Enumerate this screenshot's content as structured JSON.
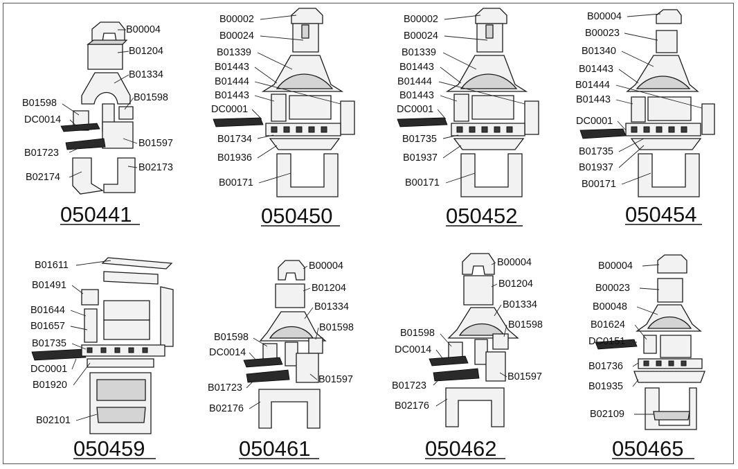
{
  "assemblies": [
    {
      "code": "050441",
      "labels": [
        "B00004",
        "B01204",
        "B01334",
        "B01598",
        "B01598",
        "DC0014",
        "B01597",
        "B01723",
        "B02174",
        "B02173"
      ]
    },
    {
      "code": "050450",
      "labels": [
        "B00002",
        "B00024",
        "B01339",
        "B01443",
        "B01444",
        "B01443",
        "DC0001",
        "B01734",
        "B01936",
        "B00171"
      ]
    },
    {
      "code": "050452",
      "labels": [
        "B00002",
        "B00024",
        "B01339",
        "B01443",
        "B01444",
        "B01443",
        "DC0001",
        "B01735",
        "B01937",
        "B00171"
      ]
    },
    {
      "code": "050454",
      "labels": [
        "B00004",
        "B00023",
        "B01340",
        "B01443",
        "B01444",
        "B01443",
        "DC0001",
        "B01735",
        "B01937",
        "B00171"
      ]
    },
    {
      "code": "050459",
      "labels": [
        "B01611",
        "B01491",
        "B01644",
        "B01657",
        "B01735",
        "DC0001",
        "B01920",
        "B02101"
      ]
    },
    {
      "code": "050461",
      "labels": [
        "B00004",
        "B01204",
        "B01334",
        "B01598",
        "B01598",
        "DC0014",
        "B01597",
        "B01723",
        "B02176"
      ]
    },
    {
      "code": "050462",
      "labels": [
        "B00004",
        "B01204",
        "B01334",
        "B01598",
        "B01598",
        "DC0014",
        "B01597",
        "B01723",
        "B02176"
      ]
    },
    {
      "code": "050465",
      "labels": [
        "B00004",
        "B00023",
        "B00048",
        "B01624",
        "DC0151",
        "B01736",
        "B01935",
        "B02109"
      ]
    }
  ]
}
